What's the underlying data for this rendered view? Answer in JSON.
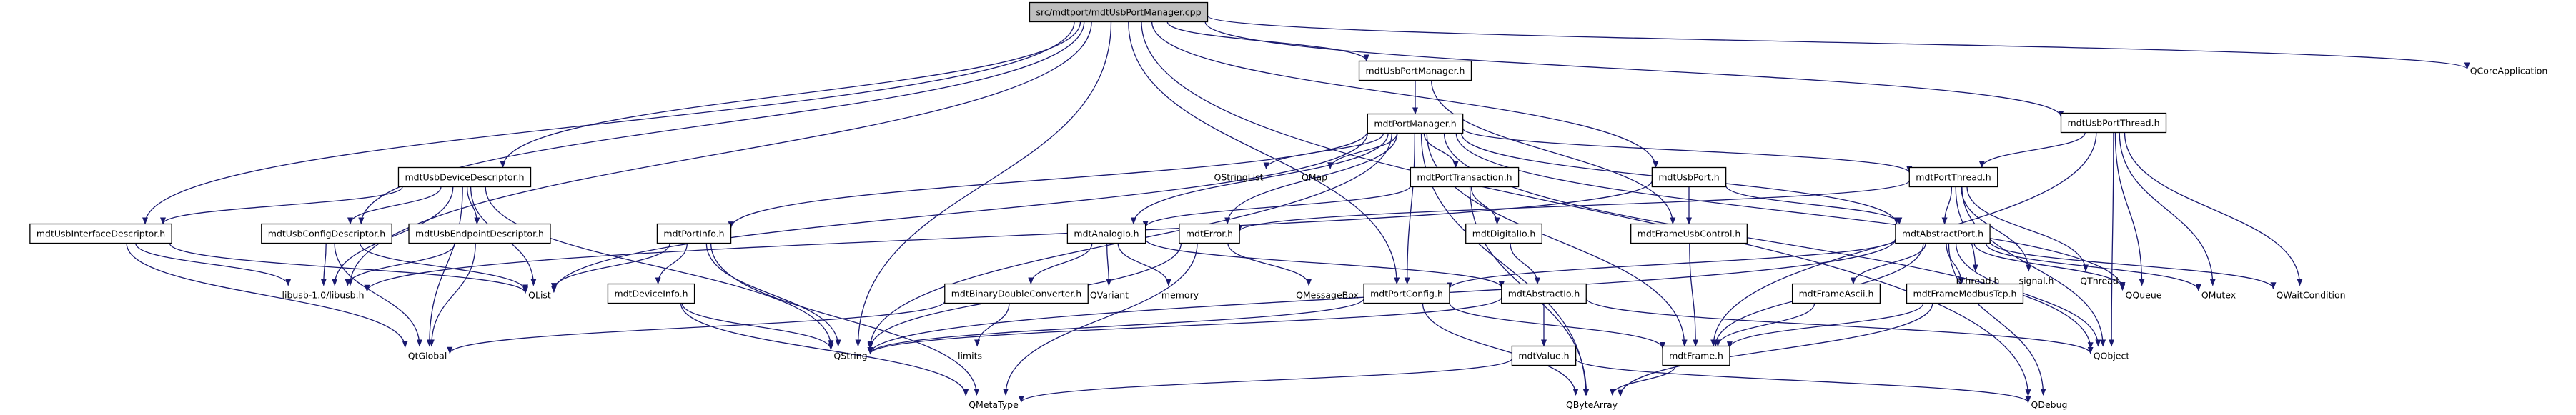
{
  "graph": {
    "title": "src/mdtport/mdtUsbPortManager.cpp",
    "edge_color": "#191970",
    "root_fill": "#bfbfbf",
    "nodes": [
      {
        "id": "root",
        "label": "src/mdtport/mdtUsbPortManager.cpp",
        "boxed": true,
        "root": true
      },
      {
        "id": "usbPortManager",
        "label": "mdtUsbPortManager.h",
        "boxed": true
      },
      {
        "id": "coreApp",
        "label": "QCoreApplication",
        "boxed": false
      },
      {
        "id": "usbPortThread",
        "label": "mdtUsbPortThread.h",
        "boxed": true
      },
      {
        "id": "portManager",
        "label": "mdtPortManager.h",
        "boxed": true
      },
      {
        "id": "usbDevDesc",
        "label": "mdtUsbDeviceDescriptor.h",
        "boxed": true
      },
      {
        "id": "qstringlist",
        "label": "QStringList",
        "boxed": false
      },
      {
        "id": "qmap",
        "label": "QMap",
        "boxed": false
      },
      {
        "id": "portTransaction",
        "label": "mdtPortTransaction.h",
        "boxed": true
      },
      {
        "id": "usbPort",
        "label": "mdtUsbPort.h",
        "boxed": true
      },
      {
        "id": "portThread",
        "label": "mdtPortThread.h",
        "boxed": true
      },
      {
        "id": "usbIfaceDesc",
        "label": "mdtUsbInterfaceDescriptor.h",
        "boxed": true
      },
      {
        "id": "usbConfigDesc",
        "label": "mdtUsbConfigDescriptor.h",
        "boxed": true
      },
      {
        "id": "usbEndpointDesc",
        "label": "mdtUsbEndpointDescriptor.h",
        "boxed": true
      },
      {
        "id": "portInfo",
        "label": "mdtPortInfo.h",
        "boxed": true
      },
      {
        "id": "analogIo",
        "label": "mdtAnalogIo.h",
        "boxed": true
      },
      {
        "id": "error",
        "label": "mdtError.h",
        "boxed": true
      },
      {
        "id": "digitalIo",
        "label": "mdtDigitalIo.h",
        "boxed": true
      },
      {
        "id": "frameUsbControl",
        "label": "mdtFrameUsbControl.h",
        "boxed": true
      },
      {
        "id": "abstractPort",
        "label": "mdtAbstractPort.h",
        "boxed": true
      },
      {
        "id": "pthread",
        "label": "pthread.h",
        "boxed": false
      },
      {
        "id": "signal",
        "label": "signal.h",
        "boxed": false
      },
      {
        "id": "qthread",
        "label": "QThread",
        "boxed": false
      },
      {
        "id": "libusb",
        "label": "libusb-1.0/libusb.h",
        "boxed": false
      },
      {
        "id": "qlist",
        "label": "QList",
        "boxed": false
      },
      {
        "id": "deviceInfo",
        "label": "mdtDeviceInfo.h",
        "boxed": true
      },
      {
        "id": "binDouble",
        "label": "mdtBinaryDoubleConverter.h",
        "boxed": true
      },
      {
        "id": "qvariant",
        "label": "QVariant",
        "boxed": false
      },
      {
        "id": "memory",
        "label": "memory",
        "boxed": false
      },
      {
        "id": "qmessagebox",
        "label": "QMessageBox",
        "boxed": false
      },
      {
        "id": "portConfig",
        "label": "mdtPortConfig.h",
        "boxed": true
      },
      {
        "id": "abstractIo",
        "label": "mdtAbstractIo.h",
        "boxed": true
      },
      {
        "id": "frameAscii",
        "label": "mdtFrameAscii.h",
        "boxed": true
      },
      {
        "id": "frameModbusTcp",
        "label": "mdtFrameModbusTcp.h",
        "boxed": true
      },
      {
        "id": "qqueue",
        "label": "QQueue",
        "boxed": false
      },
      {
        "id": "qmutex",
        "label": "QMutex",
        "boxed": false
      },
      {
        "id": "qwaitcond",
        "label": "QWaitCondition",
        "boxed": false
      },
      {
        "id": "qglobal",
        "label": "QtGlobal",
        "boxed": false
      },
      {
        "id": "qstring",
        "label": "QString",
        "boxed": false
      },
      {
        "id": "limits",
        "label": "limits",
        "boxed": false
      },
      {
        "id": "qobject",
        "label": "QObject",
        "boxed": false
      },
      {
        "id": "frame",
        "label": "mdtFrame.h",
        "boxed": true
      },
      {
        "id": "value",
        "label": "mdtValue.h",
        "boxed": true
      },
      {
        "id": "qmetatype",
        "label": "QMetaType",
        "boxed": false
      },
      {
        "id": "qbytearray",
        "label": "QByteArray",
        "boxed": false
      },
      {
        "id": "qdebug",
        "label": "QDebug",
        "boxed": false
      }
    ],
    "edges": [
      [
        "root",
        "usbPortManager"
      ],
      [
        "root",
        "coreApp"
      ],
      [
        "root",
        "usbPortThread"
      ],
      [
        "root",
        "usbDevDesc"
      ],
      [
        "root",
        "usbIfaceDesc"
      ],
      [
        "root",
        "libusb"
      ],
      [
        "root",
        "usbConfigDesc"
      ],
      [
        "root",
        "qstring"
      ],
      [
        "root",
        "usbPort"
      ],
      [
        "root",
        "portConfig"
      ],
      [
        "root",
        "qdebug"
      ],
      [
        "usbPortManager",
        "portManager"
      ],
      [
        "usbPortManager",
        "frameUsbControl"
      ],
      [
        "usbPortThread",
        "portThread"
      ],
      [
        "usbPortThread",
        "qqueue"
      ],
      [
        "usbPortThread",
        "qmutex"
      ],
      [
        "usbPortThread",
        "qwaitcond"
      ],
      [
        "usbPortThread",
        "qobject"
      ],
      [
        "usbPortThread",
        "frame"
      ],
      [
        "portManager",
        "qstringlist"
      ],
      [
        "portManager",
        "qmap"
      ],
      [
        "portManager",
        "portTransaction"
      ],
      [
        "portManager",
        "portThread"
      ],
      [
        "portManager",
        "abstractPort"
      ],
      [
        "portManager",
        "portInfo"
      ],
      [
        "portManager",
        "error"
      ],
      [
        "portManager",
        "analogIo"
      ],
      [
        "portManager",
        "qlist"
      ],
      [
        "portManager",
        "qstring"
      ],
      [
        "portManager",
        "portConfig"
      ],
      [
        "portManager",
        "frame"
      ],
      [
        "portManager",
        "qbytearray"
      ],
      [
        "portManager",
        "qqueue"
      ],
      [
        "portManager",
        "qobject"
      ],
      [
        "usbDevDesc",
        "usbConfigDesc"
      ],
      [
        "usbDevDesc",
        "usbIfaceDesc"
      ],
      [
        "usbDevDesc",
        "usbEndpointDesc"
      ],
      [
        "usbDevDesc",
        "libusb"
      ],
      [
        "usbDevDesc",
        "qlist"
      ],
      [
        "usbDevDesc",
        "qglobal"
      ],
      [
        "usbDevDesc",
        "qstring"
      ],
      [
        "portTransaction",
        "digitalIo"
      ],
      [
        "portTransaction",
        "qbytearray"
      ],
      [
        "portTransaction",
        "analogIo"
      ],
      [
        "usbPort",
        "abstractPort"
      ],
      [
        "usbPort",
        "frameUsbControl"
      ],
      [
        "usbPort",
        "libusb"
      ],
      [
        "portThread",
        "abstractPort"
      ],
      [
        "portThread",
        "pthread"
      ],
      [
        "portThread",
        "signal"
      ],
      [
        "portThread",
        "qthread"
      ],
      [
        "portThread",
        "qobject"
      ],
      [
        "portThread",
        "error"
      ],
      [
        "usbIfaceDesc",
        "libusb"
      ],
      [
        "usbIfaceDesc",
        "qlist"
      ],
      [
        "usbIfaceDesc",
        "qglobal"
      ],
      [
        "usbConfigDesc",
        "libusb"
      ],
      [
        "usbConfigDesc",
        "qlist"
      ],
      [
        "usbConfigDesc",
        "qglobal"
      ],
      [
        "usbEndpointDesc",
        "libusb"
      ],
      [
        "usbEndpointDesc",
        "qglobal"
      ],
      [
        "portInfo",
        "deviceInfo"
      ],
      [
        "portInfo",
        "qlist"
      ],
      [
        "portInfo",
        "qstring"
      ],
      [
        "portInfo",
        "qmetatype"
      ],
      [
        "analogIo",
        "binDouble"
      ],
      [
        "analogIo",
        "qvariant"
      ],
      [
        "analogIo",
        "memory"
      ],
      [
        "analogIo",
        "abstractIo"
      ],
      [
        "error",
        "qstring"
      ],
      [
        "error",
        "qmessagebox"
      ],
      [
        "error",
        "qmetatype"
      ],
      [
        "digitalIo",
        "abstractIo"
      ],
      [
        "frameUsbControl",
        "frame"
      ],
      [
        "abstractPort",
        "portConfig"
      ],
      [
        "abstractPort",
        "frameAscii"
      ],
      [
        "abstractPort",
        "frameModbusTcp"
      ],
      [
        "abstractPort",
        "frame"
      ],
      [
        "abstractPort",
        "qqueue"
      ],
      [
        "abstractPort",
        "qmutex"
      ],
      [
        "abstractPort",
        "qwaitcond"
      ],
      [
        "abstractPort",
        "qobject"
      ],
      [
        "abstractPort",
        "qstring"
      ],
      [
        "abstractPort",
        "qdebug"
      ],
      [
        "deviceInfo",
        "qstring"
      ],
      [
        "deviceInfo",
        "qmetatype"
      ],
      [
        "binDouble",
        "limits"
      ],
      [
        "binDouble",
        "qglobal"
      ],
      [
        "portConfig",
        "qstring"
      ],
      [
        "portConfig",
        "qbytearray"
      ],
      [
        "portConfig",
        "frame"
      ],
      [
        "abstractIo",
        "value"
      ],
      [
        "abstractIo",
        "qstring"
      ],
      [
        "abstractIo",
        "qobject"
      ],
      [
        "frameAscii",
        "frame"
      ],
      [
        "frameModbusTcp",
        "frame"
      ],
      [
        "frameModbusTcp",
        "qbytearray"
      ],
      [
        "frame",
        "qbytearray"
      ],
      [
        "value",
        "qmetatype"
      ],
      [
        "value",
        "qdebug"
      ]
    ]
  }
}
